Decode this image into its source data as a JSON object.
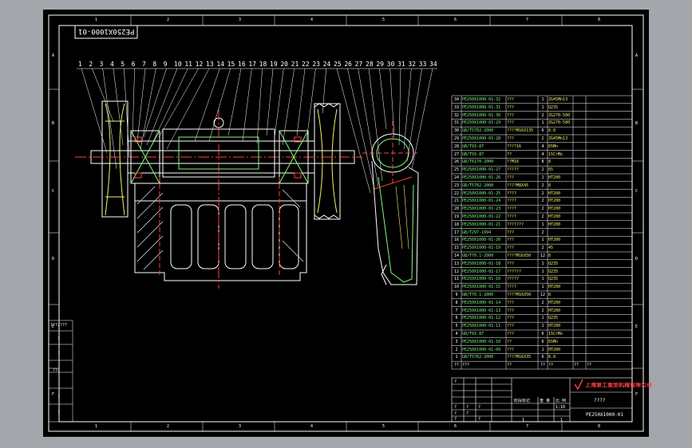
{
  "drawing": {
    "stamp": "PE250X1000-01",
    "company": "上海第工重型机械有限公司",
    "title_placeholder": "????",
    "drawing_no": "PE250X1000-01",
    "balloons": [
      "1",
      "2",
      "3",
      "4",
      "5",
      "6",
      "7",
      "8",
      "9",
      "10",
      "11",
      "12",
      "13",
      "14",
      "15",
      "16",
      "17",
      "18",
      "19",
      "20",
      "21",
      "22",
      "23",
      "24",
      "25",
      "26",
      "27",
      "28",
      "29",
      "30",
      "31",
      "32",
      "33",
      "34"
    ],
    "zones_top": [
      "1",
      "2",
      "3",
      "4",
      "5",
      "6",
      "7",
      "8"
    ],
    "zones_side": [
      "A",
      "B",
      "C",
      "D",
      "E",
      "F"
    ],
    "left_strip": [
      "???|???",
      "?",
      "?",
      "???",
      "?",
      "?"
    ],
    "title_block": {
      "label_left": "阶段标记",
      "label_weight": "重 量",
      "label_scale": "比 例",
      "scale_value": "1:10",
      "sheet_count": "1",
      "sheet_total": "1",
      "cells": [
        "?",
        "?",
        "?",
        "?",
        "?",
        "?",
        "?",
        "?"
      ]
    },
    "bom_header": [
      "??",
      "???",
      "??",
      "??",
      "??",
      "??",
      "??"
    ],
    "bom_rows": [
      [
        "34",
        "PE250X1000-01-32",
        "???",
        "1",
        "ZG45Mn13",
        ""
      ],
      [
        "33",
        "PE250X1000-01-31",
        "???",
        "1",
        "Q235",
        ""
      ],
      [
        "32",
        "PE250X1000-01-30",
        "???",
        "2",
        "ZG270-500",
        ""
      ],
      [
        "31",
        "PE250X1000-01-29",
        "???",
        "1",
        "ZG270-500",
        ""
      ],
      [
        "30",
        "GB/T5782-2000",
        "????M16X135",
        "6",
        "8.8",
        ""
      ],
      [
        "29",
        "PE250X1000-01-28",
        "???",
        "2",
        "ZG45Mn13",
        ""
      ],
      [
        "28",
        "GB/T93-87",
        "????16",
        "4",
        "65Mn",
        ""
      ],
      [
        "27",
        "GB/T93-87",
        "??",
        "4",
        "15CrMo",
        ""
      ],
      [
        "26",
        "GB/T6170-2000",
        "??M16",
        "8",
        "8",
        ""
      ],
      [
        "25",
        "PE250X1000-01-27",
        "?????",
        "2",
        "65",
        ""
      ],
      [
        "24",
        "PE250X1000-01-26",
        "???",
        "1",
        "HT200",
        ""
      ],
      [
        "23",
        "GB/T5782-2000",
        "????M8X45",
        "2",
        "8",
        ""
      ],
      [
        "22",
        "PE250X1000-01-25",
        "????",
        "2",
        "HT200",
        ""
      ],
      [
        "21",
        "PE250X1000-01-24",
        "????",
        "2",
        "HT200",
        ""
      ],
      [
        "20",
        "PE250X1000-01-23",
        "????",
        "2",
        "HT200",
        ""
      ],
      [
        "19",
        "PE250X1000-01-22",
        "????",
        "2",
        "HT200",
        ""
      ],
      [
        "18",
        "PE250X1000-01-21",
        "???????",
        "1",
        "HT200",
        ""
      ],
      [
        "17",
        "GB/T297-1994",
        "???",
        "2",
        "",
        ""
      ],
      [
        "16",
        "PE250X1000-01-20",
        "???",
        "1",
        "HT200",
        ""
      ],
      [
        "15",
        "PE250X1000-01-19",
        "???",
        "2",
        "45",
        ""
      ],
      [
        "14",
        "GB/T70.1-2000",
        "????M16X50",
        "12",
        "8",
        ""
      ],
      [
        "13",
        "PE250X1000-01-18",
        "???",
        "1",
        "Q235",
        ""
      ],
      [
        "12",
        "PE250X1000-01-17",
        "??????",
        "1",
        "Q235",
        ""
      ],
      [
        "11",
        "PE250X1000-01-16",
        "?????",
        "1",
        "Q235",
        ""
      ],
      [
        "10",
        "PE250X1000-01-15",
        "????",
        "1",
        "HT200",
        ""
      ],
      [
        "9",
        "GB/T70.1-2000",
        "????M16X50",
        "12",
        "8",
        ""
      ],
      [
        "8",
        "PE250X1000-01-14",
        "???",
        "2",
        "HT200",
        ""
      ],
      [
        "7",
        "PE250X1000-01-13",
        "???",
        "2",
        "HT200",
        ""
      ],
      [
        "6",
        "PE250X1000-01-12",
        "???",
        "1",
        "Q235",
        ""
      ],
      [
        "5",
        "PE250X1000-01-11",
        "???",
        "1",
        "HT200",
        ""
      ],
      [
        "4",
        "GB/T93-87",
        "???",
        "6",
        "15CrMo",
        ""
      ],
      [
        "3",
        "PE250X1000-01-10",
        "??",
        "6",
        "65Mn",
        ""
      ],
      [
        "2",
        "PE250X1000-01-09",
        "???",
        "1",
        "HT200",
        ""
      ],
      [
        "1",
        "GB/T5782-2000",
        "????M16X35",
        "6",
        "8.8",
        ""
      ]
    ]
  }
}
